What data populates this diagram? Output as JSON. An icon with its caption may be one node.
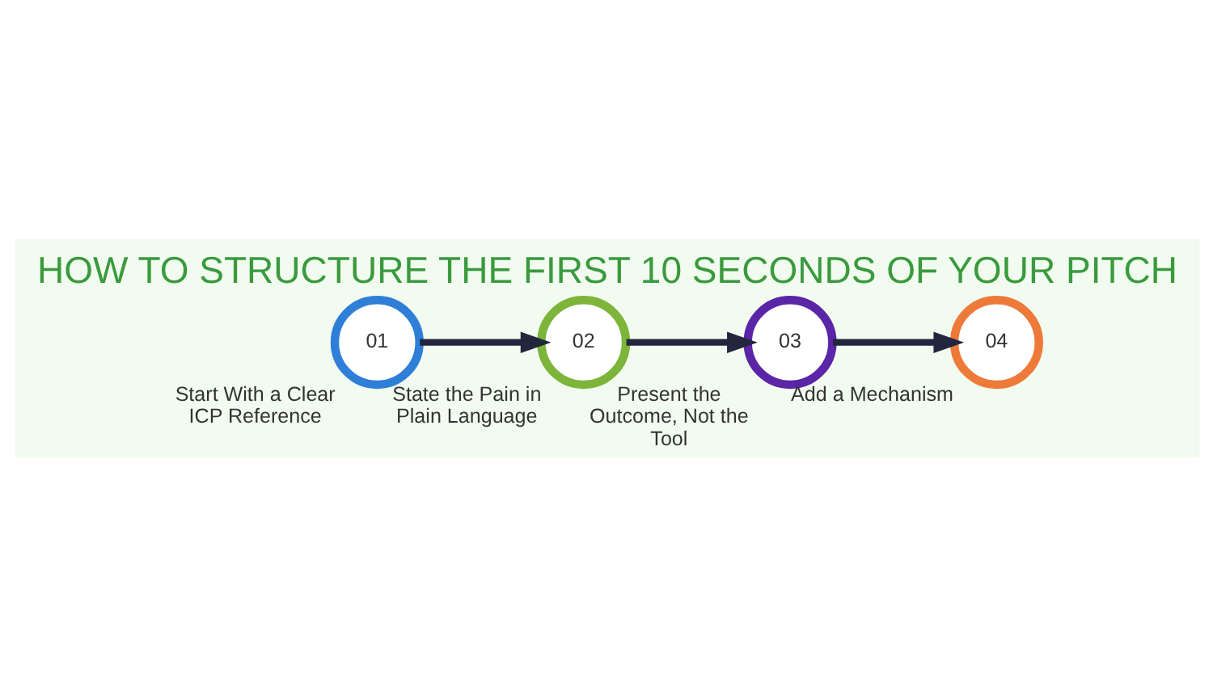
{
  "diagram": {
    "title": "HOW TO STRUCTURE THE FIRST 10 SECONDS OF YOUR PITCH",
    "nodes": [
      {
        "text": [
          "01"
        ],
        "beside": [
          "Start With a Clear ICP Reference"
        ]
      },
      {
        "text": [
          "02"
        ],
        "beside": [
          "State the Pain in Plain Language"
        ]
      },
      {
        "text": [
          "03"
        ],
        "beside": [
          "Present the Outcome, Not the Tool"
        ]
      },
      {
        "text": [
          "04"
        ],
        "beside": [
          "Add a Mechanism"
        ]
      }
    ],
    "edges": [
      {
        "from": 0,
        "to": 1,
        "arrow": "to"
      },
      {
        "from": 1,
        "to": 2,
        "arrow": "to"
      },
      {
        "from": 2,
        "to": 3,
        "arrow": "to"
      }
    ]
  }
}
